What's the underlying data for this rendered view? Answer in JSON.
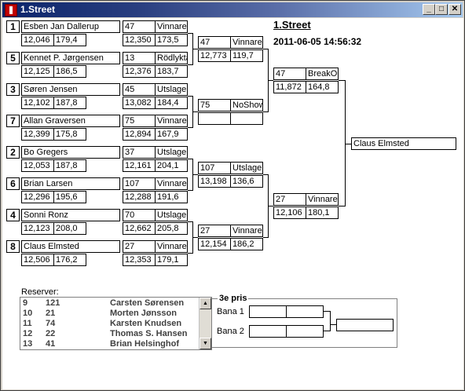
{
  "window": {
    "title": "1.Street",
    "min_label": "_",
    "max_label": "□",
    "close_label": "✕"
  },
  "header": {
    "title": "1.Street",
    "datetime": "2011-06-05 14:56:32"
  },
  "round1": [
    {
      "seed": "1",
      "name": "Esben Jan Dallerup",
      "rt": "12,046",
      "speed": "179,4",
      "lane": "47",
      "status": "Vinnare",
      "et": "12,350",
      "mph": "173,5"
    },
    {
      "seed": "5",
      "name": "Kennet P. Jørgensen",
      "rt": "12,125",
      "speed": "186,5",
      "lane": "13",
      "status": "Rödlykta",
      "et": "12,376",
      "mph": "183,7"
    },
    {
      "seed": "3",
      "name": "Søren Jensen",
      "rt": "12,102",
      "speed": "187,8",
      "lane": "45",
      "status": "Utslagen",
      "et": "13,082",
      "mph": "184,4"
    },
    {
      "seed": "7",
      "name": "Allan Graversen",
      "rt": "12,399",
      "speed": "175,8",
      "lane": "75",
      "status": "Vinnare",
      "et": "12,894",
      "mph": "167,9"
    },
    {
      "seed": "2",
      "name": "Bo Gregers",
      "rt": "12,053",
      "speed": "187,8",
      "lane": "37",
      "status": "Utslagen",
      "et": "12,161",
      "mph": "204,1"
    },
    {
      "seed": "6",
      "name": "Brian Larsen",
      "rt": "12,296",
      "speed": "195,6",
      "lane": "107",
      "status": "Vinnare",
      "et": "12,288",
      "mph": "191,6"
    },
    {
      "seed": "4",
      "name": "Sonni Ronz",
      "rt": "12,123",
      "speed": "208,0",
      "lane": "70",
      "status": "Utslagen",
      "et": "12,662",
      "mph": "205,8"
    },
    {
      "seed": "8",
      "name": "Claus Elmsted",
      "rt": "12,506",
      "speed": "176,2",
      "lane": "27",
      "status": "Vinnare",
      "et": "12,353",
      "mph": "179,1"
    }
  ],
  "round2": [
    {
      "lane": "47",
      "status": "Vinnare",
      "et": "12,773",
      "mph": "119,7"
    },
    {
      "lane": "75",
      "status": "NoShow",
      "et": "",
      "mph": ""
    },
    {
      "lane": "107",
      "status": "Utslagen",
      "et": "13,198",
      "mph": "136,6"
    },
    {
      "lane": "27",
      "status": "Vinnare",
      "et": "12,154",
      "mph": "186,2"
    }
  ],
  "semis": [
    {
      "lane": "47",
      "status": "BreakOut",
      "et": "11,872",
      "mph": "164,8"
    },
    {
      "lane": "27",
      "status": "Vinnare",
      "et": "12,106",
      "mph": "180,1"
    }
  ],
  "winner": "Claus Elmsted",
  "reserves": {
    "label": "Reserver:",
    "rows": [
      {
        "pos": "9",
        "num": "121",
        "name": "Carsten Sørensen"
      },
      {
        "pos": "10",
        "num": "21",
        "name": "Morten Jønsson"
      },
      {
        "pos": "11",
        "num": "74",
        "name": "Karsten Knudsen"
      },
      {
        "pos": "12",
        "num": "22",
        "name": "Thomas S. Hansen"
      },
      {
        "pos": "13",
        "num": "41",
        "name": "Brian Helsinghof"
      }
    ]
  },
  "third_place": {
    "title": "3e pris",
    "bana1": "Bana 1",
    "bana2": "Bana 2"
  }
}
